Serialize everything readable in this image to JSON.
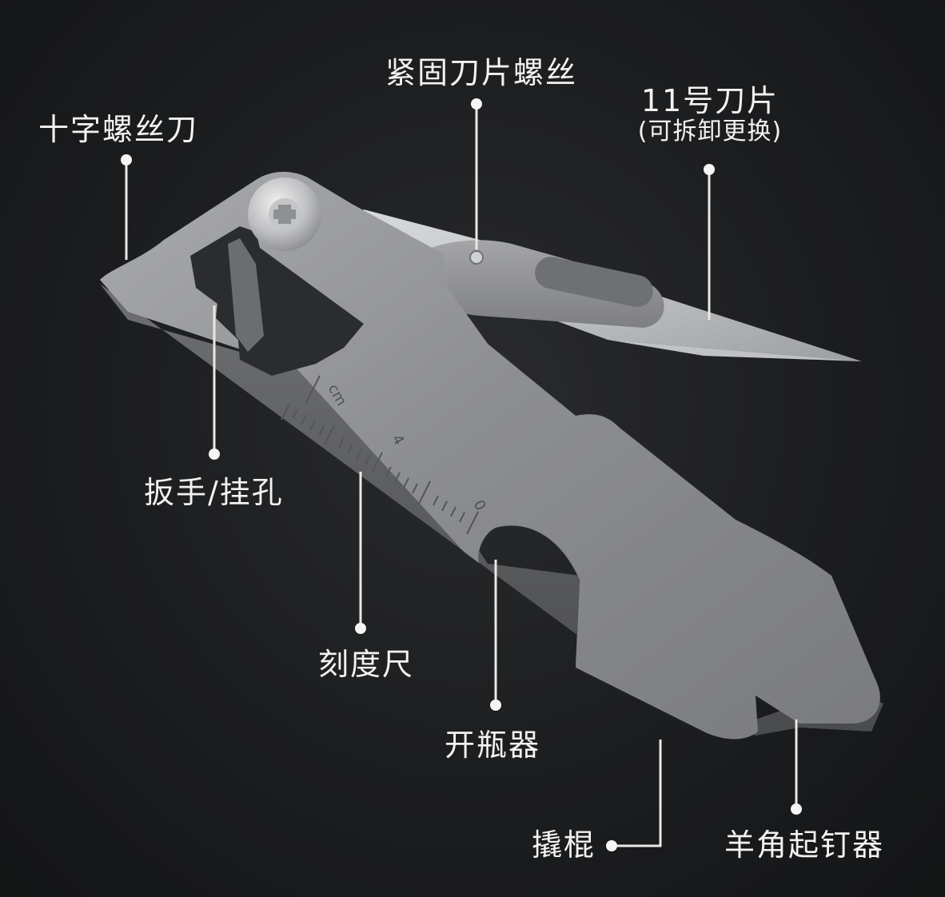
{
  "labels": {
    "phillips_driver": "十字螺丝刀",
    "blade_screw": "紧固刀片螺丝",
    "blade_title": "11号刀片",
    "blade_sub": "(可拆卸更换)",
    "wrench_hole": "扳手/挂孔",
    "ruler": "刻度尺",
    "bottle_opener": "开瓶器",
    "pry_bar": "撬棍",
    "nail_puller": "羊角起钉器"
  },
  "ruler_marks": {
    "unit": "cm",
    "mark_4": "4",
    "mark_0": "0"
  },
  "colors": {
    "background": "#1c1d1f",
    "label": "#f2f2f2",
    "callout_line": "#e8e8e8",
    "tool_body": "#8a8b8d",
    "blade": "#c9cbcc"
  }
}
